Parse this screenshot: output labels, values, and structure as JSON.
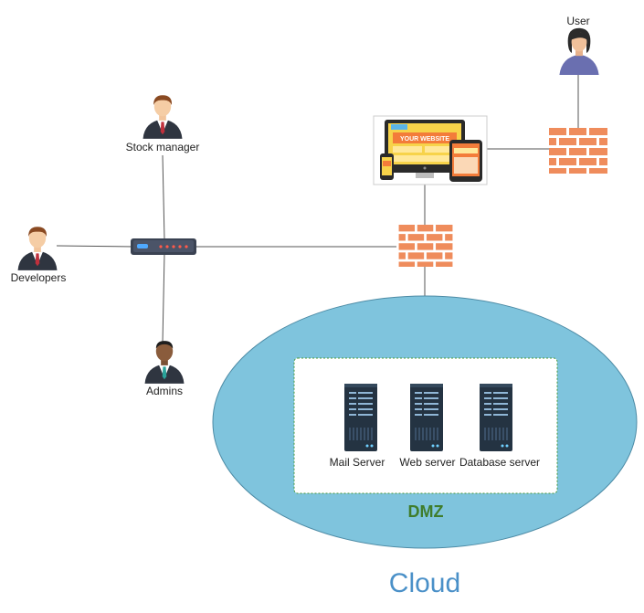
{
  "diagram": {
    "people": {
      "user": "User",
      "stock_manager": "Stock manager",
      "developers": "Developers",
      "admins": "Admins"
    },
    "website_banner": "YOUR WEBSITE",
    "servers": {
      "mail": "Mail Server",
      "web": "Web server",
      "database": "Database server"
    },
    "zone_label": "DMZ",
    "cloud_label": "Cloud"
  },
  "colors": {
    "cloud_fill": "#7fc4dd",
    "firewall": "#ef8c5c",
    "dmz_text": "#3f7d2b",
    "cloud_text": "#4a90c8"
  }
}
